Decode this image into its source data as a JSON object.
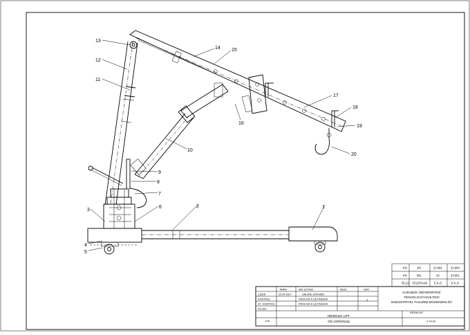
{
  "callouts": {
    "c1": "1",
    "c2": "2",
    "c3": "3",
    "c4": "4",
    "c5": "5",
    "c6": "6",
    "c7": "7",
    "c8": "8",
    "c9": "9",
    "c10": "10",
    "c11": "11",
    "c12": "12",
    "c13": "13",
    "c14": "14",
    "c15": "15",
    "c16": "16",
    "c17": "17",
    "c18": "18",
    "c19": "19",
    "c20": "20"
  },
  "tolerance_table": {
    "r1": [
      "KN",
      "JIS",
      "22.681",
      "22.900"
    ],
    "r2": [
      "KN",
      "MS",
      "24",
      "24.001"
    ],
    "r3": [
      "ÖLÇÜ",
      "TOLERANS",
      "E.K.O",
      "E.K.O"
    ]
  },
  "title_block": {
    "header_tarih": "TARİH",
    "header_adi": "ADI SOYADI",
    "header_imza": "İMZA",
    "header_sayi": "SAYI",
    "row_cizen": "ÇİZEN",
    "row_cizen_date": "29.04.2017",
    "row_cizen_name": "HALİME GÖKMEN",
    "row_kontrol": "KONTROL",
    "row_kontrol_name": "PROF.DR.K.ÇETİNKAYA",
    "row_stkontrol": "ST. KONTROL",
    "row_stkontrol_name": "PROF.DR.K.ÇETİNKAYA",
    "row_olcek": "ÖLÇEK",
    "scale": "1/10",
    "sayi_value": "1",
    "drawing_title_1": "HİDROLİK LİFT",
    "drawing_title_2": "ÖN GÖRÜNÜŞ",
    "institution_1": "KARABÜK ÜNİVERSİTESİ",
    "institution_2": "TEKNOLOJİ FAKÜLTESİ",
    "institution_3": "ENDÜSTRİYEL TASARIM MÜHENDİSLİĞİ",
    "resim_no_label": "RESİM NO",
    "resim_no_value": "2.7H-02"
  }
}
